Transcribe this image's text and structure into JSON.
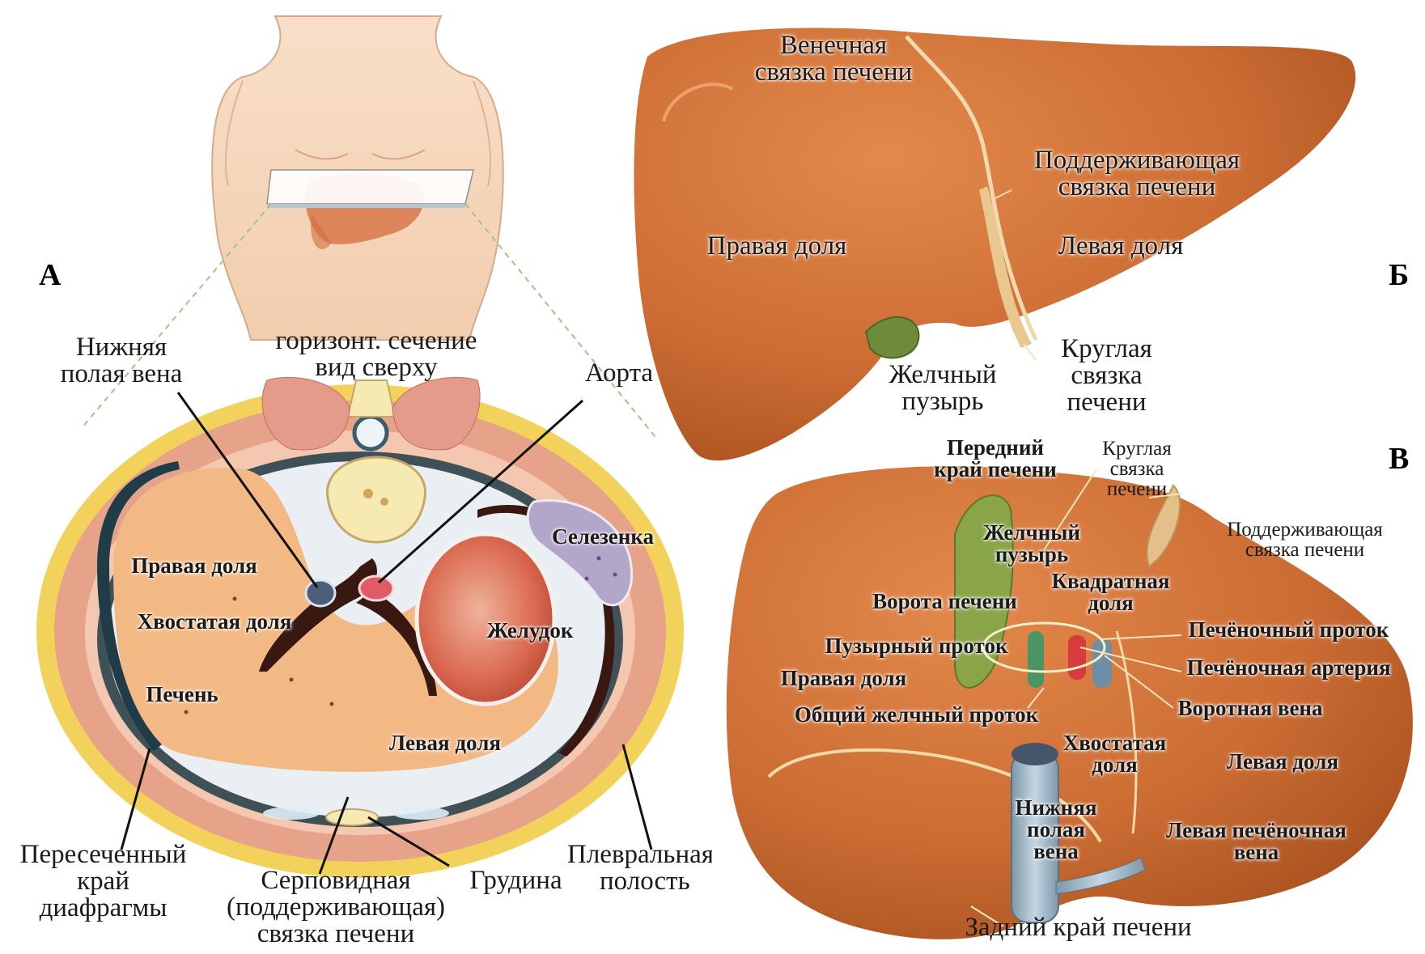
{
  "panels": {
    "a": "А",
    "b": "Б",
    "c": "В"
  },
  "panel_a": {
    "section_caption": [
      "горизонт. сечение",
      "вид сверху"
    ],
    "ivc": [
      "Нижняя",
      "полая вена"
    ],
    "aorta": "Аорта",
    "spleen": "Селезенка",
    "right_lobe": "Правая доля",
    "caudate_lobe": "Хвостатая доля",
    "stomach": "Желудок",
    "liver": "Печень",
    "left_lobe": "Левая доля",
    "diaphragm": [
      "Пересеченный",
      "край",
      "диафрагмы"
    ],
    "falciform": [
      "Серповидная",
      "(поддерживающая)",
      "связка печени"
    ],
    "sternum": "Грудина",
    "pleural": [
      "Плевральная",
      "полость"
    ]
  },
  "panel_b": {
    "coronary": [
      "Венечная",
      "связка печени"
    ],
    "falciform": [
      "Поддерживающая",
      "связка печени"
    ],
    "right_lobe": "Правая доля",
    "left_lobe": "Левая доля",
    "gallbladder": [
      "Желчный",
      "пузырь"
    ],
    "round_lig": [
      "Круглая",
      "связка",
      "печени"
    ]
  },
  "panel_c": {
    "anterior_edge": [
      "Передний",
      "край печени"
    ],
    "round_lig": [
      "Круглая",
      "связка",
      "печени"
    ],
    "falciform": [
      "Поддерживающая",
      "связка печени"
    ],
    "gallbladder": [
      "Желчный",
      "пузырь"
    ],
    "quadrate": [
      "Квадратная",
      "доля"
    ],
    "porta": "Ворота печени",
    "hepatic_duct": "Печёночный проток",
    "cystic_duct": "Пузырный проток",
    "hepatic_artery": "Печёночная артерия",
    "right_lobe": "Правая доля",
    "portal_vein": "Воротная вена",
    "common_bile": "Общий желчный проток",
    "caudate": [
      "Хвостатая",
      "доля"
    ],
    "left_lobe": "Левая доля",
    "ivc": [
      "Нижняя",
      "полая",
      "вена"
    ],
    "left_hv": [
      "Левая печёночная",
      "вена"
    ],
    "posterior_edge": "Задний край печени"
  }
}
